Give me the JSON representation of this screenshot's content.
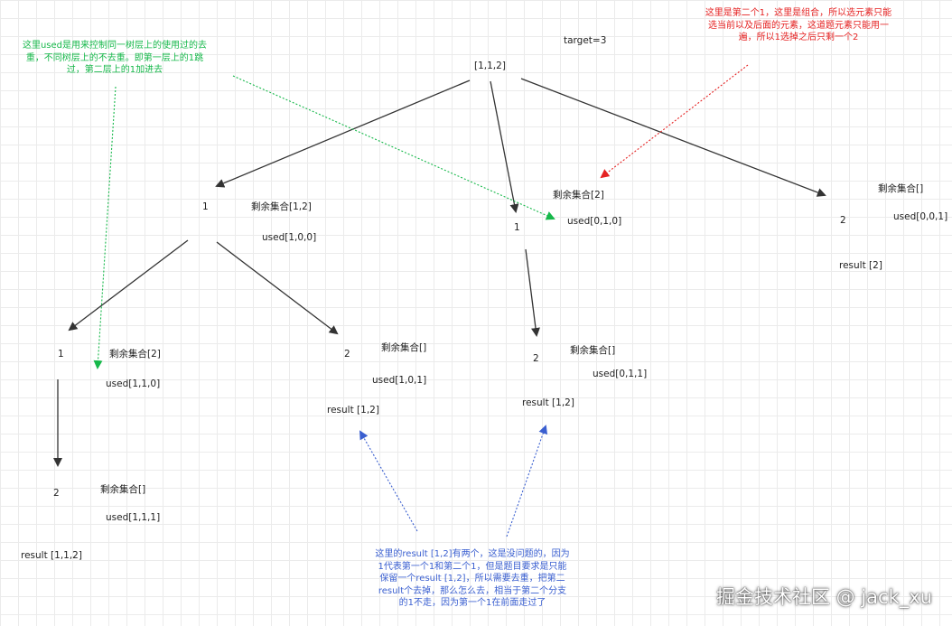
{
  "target": "target=3",
  "root": "[1,1,2]",
  "nodes": {
    "l1_left": {
      "value": "1",
      "remain": "剩余集合[1,2]",
      "used": "used[1,0,0]"
    },
    "l1_mid": {
      "value": "1",
      "remain": "剩余集合[2]",
      "used": "used[0,1,0]"
    },
    "l1_right": {
      "value": "2",
      "remain": "剩余集合[]",
      "used": "used[0,0,1]",
      "result": "result [2]"
    },
    "l2_a": {
      "value": "1",
      "remain": "剩余集合[2]",
      "used": "used[1,1,0]"
    },
    "l2_b": {
      "value": "2",
      "remain": "剩余集合[]",
      "used": "used[1,0,1]",
      "result": "result [1,2]"
    },
    "l2_c": {
      "value": "2",
      "remain": "剩余集合[]",
      "used": "used[0,1,1]",
      "result": "result [1,2]"
    },
    "l3_a": {
      "value": "2",
      "remain": "剩余集合[]",
      "used": "used[1,1,1]",
      "result": "result [1,1,2]"
    }
  },
  "notes": {
    "green": "这里used是用来控制同一树层上的使用过的去重，不同树层上的不去重。即第一层上的1跳过，第二层上的1加进去",
    "red": "这里是第二个1，这里是组合，所以选元素只能选当前以及后面的元素，这道题元素只能用一遍，所以1选掉之后只剩一个2",
    "blue": "这里的result [1,2]有两个，这是没问题的，因为1代表第一个1和第二个1，但是题目要求是只能保留一个result [1,2]，所以需要去重，把第二result个去掉，那么怎么去，相当于第二个分支的1不走，因为第一个1在前面走过了"
  },
  "colors": {
    "tree": "#333333",
    "green": "#16b84a",
    "red": "#e52222",
    "blue": "#3a5fd0"
  },
  "watermark": "掘金技术社区 @ jack_xu"
}
